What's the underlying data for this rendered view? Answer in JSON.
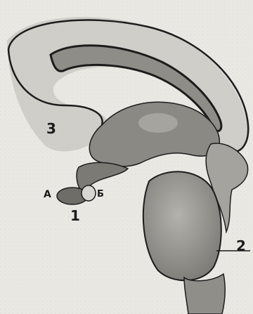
{
  "colors": {
    "paper": "#e9e8e3",
    "tissue": "#9c9c96",
    "tissue_dark": "#6e6e68",
    "outline": "#1c1c1c"
  },
  "labels": {
    "corpus": "3",
    "pituitary": "1",
    "lobe_a": "А",
    "lobe_b": "Б",
    "brainstem": "2"
  }
}
